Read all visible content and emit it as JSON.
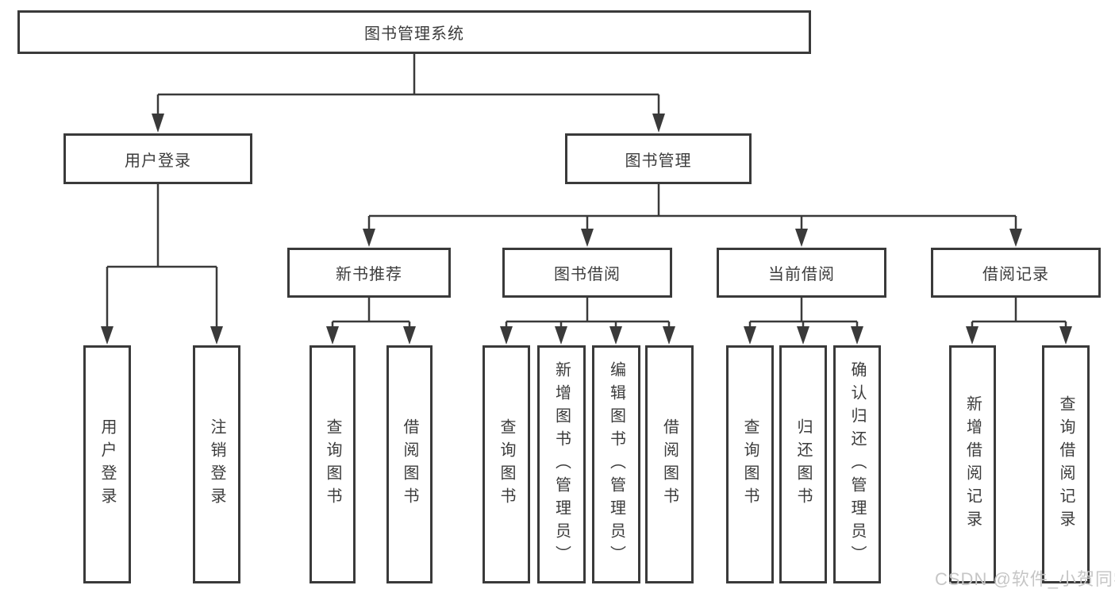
{
  "diagram": {
    "tree": {
      "label": "图书管理系统",
      "children": [
        {
          "label": "用户登录",
          "children": [
            {
              "label": "用户登录"
            },
            {
              "label": "注销登录"
            }
          ]
        },
        {
          "label": "图书管理",
          "children": [
            {
              "label": "新书推荐",
              "children": [
                {
                  "label": "查询图书"
                },
                {
                  "label": "借阅图书"
                }
              ]
            },
            {
              "label": "图书借阅",
              "children": [
                {
                  "label": "查询图书"
                },
                {
                  "label": "新增图书（管理员）"
                },
                {
                  "label": "编辑图书（管理员）"
                },
                {
                  "label": "借阅图书"
                }
              ]
            },
            {
              "label": "当前借阅",
              "children": [
                {
                  "label": "查询图书"
                },
                {
                  "label": "归还图书"
                },
                {
                  "label": "确认归还（管理员）"
                }
              ]
            },
            {
              "label": "借阅记录",
              "children": [
                {
                  "label": "新增借阅记录"
                },
                {
                  "label": "查询借阅记录"
                }
              ]
            }
          ]
        }
      ]
    },
    "watermark": "CSDN @软件_小贺同学",
    "colors": {
      "line": "#3a3a3a",
      "text": "#3c3c3c",
      "box_background": "#ffffff",
      "watermark": "#c6c6c6",
      "background": "#ffffff"
    }
  }
}
